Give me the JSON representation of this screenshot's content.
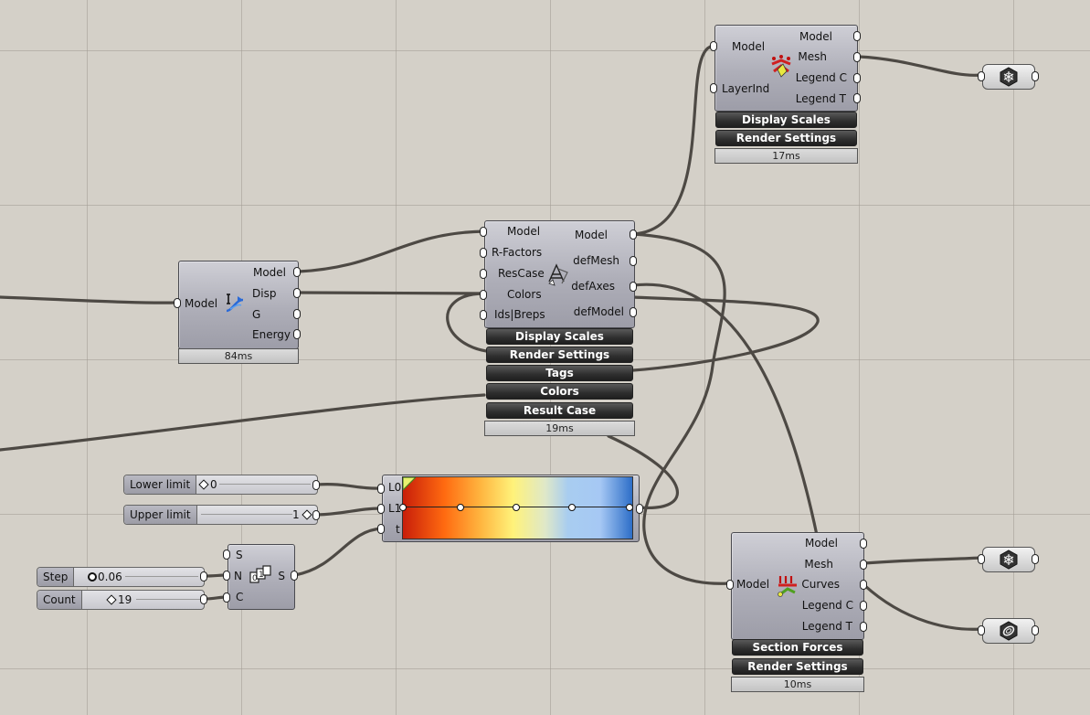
{
  "canvas": {
    "title": "Grasshopper Canvas"
  },
  "analysis": {
    "input": "Model",
    "outputs": [
      "Model",
      "Disp",
      "G",
      "Energy"
    ],
    "timing": "84ms",
    "icon": "analysis-icon"
  },
  "model_view": {
    "inputs": [
      "Model",
      "R-Factors",
      "ResCase",
      "Colors",
      "Ids|Breps"
    ],
    "outputs": [
      "Model",
      "defMesh",
      "defAxes",
      "defModel"
    ],
    "buttons": [
      "Display Scales",
      "Render Settings",
      "Tags",
      "Colors",
      "Result Case"
    ],
    "timing": "19ms",
    "icon": "model-view-icon"
  },
  "shell_view": {
    "inputs": [
      "Model",
      "LayerInd"
    ],
    "outputs": [
      "Model",
      "Mesh",
      "Legend C",
      "Legend T"
    ],
    "buttons": [
      "Display Scales",
      "Render Settings"
    ],
    "timing": "17ms",
    "icon": "shell-view-icon"
  },
  "beam_view": {
    "input": "Model",
    "outputs": [
      "Model",
      "Mesh",
      "Curves",
      "Legend C",
      "Legend T"
    ],
    "buttons": [
      "Section Forces",
      "Render Settings"
    ],
    "timing": "10ms",
    "icon": "beam-view-icon"
  },
  "gradient": {
    "inputs": [
      "L0",
      "L1",
      "t"
    ],
    "colors": [
      "#c81e0a",
      "#ff6a10",
      "#fff27a",
      "#a8cdf0",
      "#2d6ec8"
    ]
  },
  "sliders": {
    "lower": {
      "label": "Lower limit",
      "value": "0"
    },
    "upper": {
      "label": "Upper limit",
      "value": "1"
    },
    "step": {
      "label": "Step",
      "value": "0.06"
    },
    "count": {
      "label": "Count",
      "value": "19"
    }
  },
  "series": {
    "inputs": [
      "S",
      "N",
      "C"
    ],
    "output": "S",
    "icon": "series-icon"
  },
  "previews": [
    "mesh-preview-icon",
    "mesh-preview-icon",
    "curve-preview-icon"
  ]
}
